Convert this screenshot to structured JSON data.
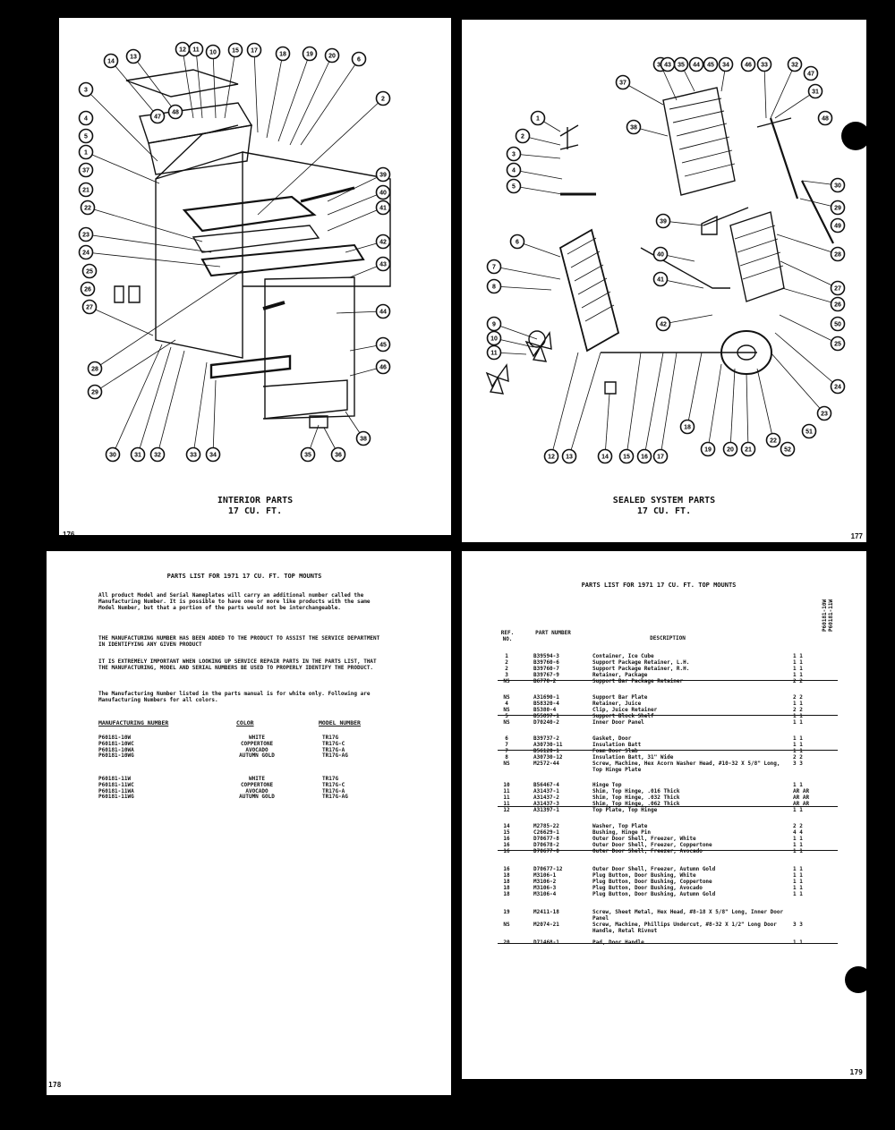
{
  "pages": {
    "p176": {
      "page_number": "176",
      "caption_line1": "INTERIOR PARTS",
      "caption_line2": "17 CU. FT."
    },
    "p177": {
      "page_number": "177",
      "caption_line1": "SEALED SYSTEM PARTS",
      "caption_line2": "17 CU. FT."
    },
    "p178": {
      "page_number": "178",
      "title": "PARTS LIST FOR 1971 17 CU. FT. TOP MOUNTS",
      "paragraphs": [
        "All product Model and Serial Nameplates will carry an additional number called the Manufacturing Number. It is possible to have one or more like products with the same Model Number, but that a portion of the parts would not be interchangeable.",
        "THE MANUFACTURING NUMBER HAS BEEN ADDED TO THE PRODUCT TO ASSIST THE SERVICE DEPARTMENT IN IDENTIFYING ANY GIVEN PRODUCT",
        "IT IS EXTREMELY IMPORTANT WHEN LOOKING UP SERVICE REPAIR PARTS IN THE PARTS LIST, THAT THE MANUFACTURING, MODEL AND SERIAL NUMBERS BE USED TO PROPERLY IDENTIFY THE PRODUCT.",
        "The Manufacturing Number listed in the parts manual is for white only. Following are Manufacturing Numbers for all colors."
      ],
      "headers": {
        "mfg": "MANUFACTURING NUMBER",
        "color": "COLOR",
        "model": "MODEL NUMBER"
      },
      "group1": {
        "mfg": [
          "P60181-10W",
          "P60181-10WC",
          "P60181-10WA",
          "P60181-10WG"
        ],
        "color": [
          "WHITE",
          "COPPERTONE",
          "AVOCADO",
          "AUTUMN GOLD"
        ],
        "model": [
          "TR17G",
          "TR17G-C",
          "TR17G-A",
          "TR17G-AG"
        ]
      },
      "group2": {
        "mfg": [
          "P60181-11W",
          "P60181-11WC",
          "P60181-11WA",
          "P60181-11WG"
        ],
        "color": [
          "WHITE",
          "COPPERTONE",
          "AVOCADO",
          "AUTUMN GOLD"
        ],
        "model": [
          "TR17G",
          "TR17G-C",
          "TR17G-A",
          "TR17G-AG"
        ]
      }
    },
    "p179": {
      "page_number": "179",
      "title": "PARTS LIST FOR 1971 17 CU. FT. TOP MOUNTS",
      "side_header": "P60181-10W P60181-11W",
      "col_ref": "REF. NO.",
      "col_part": "PART NUMBER",
      "col_desc": "DESCRIPTION",
      "rows": [
        {
          "ref": "1",
          "part": "B39594-3",
          "desc": "Container, Ice Cube",
          "qty": "1 1"
        },
        {
          "ref": "2",
          "part": "B39760-6",
          "desc": "Support Package Retainer, L.H.",
          "qty": "1 1"
        },
        {
          "ref": "2",
          "part": "B39760-7",
          "desc": "Support Package Retainer, R.H.",
          "qty": "1 1"
        },
        {
          "ref": "3",
          "part": "B39767-9",
          "desc": "Retainer, Package",
          "qty": "1 1"
        },
        {
          "ref": "NS",
          "part": "B6770-2",
          "desc": "Support Bar Package Retainer",
          "qty": "2 2"
        },
        {
          "ref": "NS",
          "part": "A31690-1",
          "desc": "Support Bar Plate",
          "qty": "2 2"
        },
        {
          "ref": "4",
          "part": "B58320-4",
          "desc": "Retainer, Juice",
          "qty": "1 1"
        },
        {
          "ref": "NS",
          "part": "B5380-4",
          "desc": "Clip, Juice Retainer",
          "qty": "2 2"
        },
        {
          "ref": "5",
          "part": "B55897-1",
          "desc": "Support Block Shelf",
          "qty": "1 1"
        },
        {
          "ref": "NS",
          "part": "D70240-2",
          "desc": "Inner Door Panel",
          "qty": "1 1"
        },
        {
          "ref": "6",
          "part": "B39737-2",
          "desc": "Gasket, Door",
          "qty": "1 1"
        },
        {
          "ref": "7",
          "part": "A30730-11",
          "desc": "Insulation Batt",
          "qty": "1 1"
        },
        {
          "ref": "7",
          "part": "B56120-1",
          "desc": "Foam Door Slab",
          "qty": "1 1"
        },
        {
          "ref": "8",
          "part": "A30730-12",
          "desc": "Insulation Batt, 31\" Wide",
          "qty": "2 2"
        },
        {
          "ref": "NS",
          "part": "M2572-44",
          "desc": "Screw, Machine, Hex Acorn Washer Head, #10-32 X 5/8\" Long, Top Hinge Plate",
          "qty": "3 3"
        },
        {
          "ref": "10",
          "part": "B56467-4",
          "desc": "Hinge Top",
          "qty": "1 1"
        },
        {
          "ref": "11",
          "part": "A31437-1",
          "desc": "Shim, Top Hinge, .016 Thick",
          "qty": "AR AR"
        },
        {
          "ref": "11",
          "part": "A31437-2",
          "desc": "Shim, Top Hinge, .032 Thick",
          "qty": "AR AR"
        },
        {
          "ref": "11",
          "part": "A31437-3",
          "desc": "Shim, Top Hinge, .062 Thick",
          "qty": "AR AR"
        },
        {
          "ref": "12",
          "part": "A31397-1",
          "desc": "Top Plate, Top Hinge",
          "qty": "1 1"
        },
        {
          "ref": "14",
          "part": "M2785-22",
          "desc": "Washer, Top Plate",
          "qty": "2 2"
        },
        {
          "ref": "15",
          "part": "C26629-1",
          "desc": "Bushing, Hinge Pin",
          "qty": "4 4"
        },
        {
          "ref": "16",
          "part": "D70677-8",
          "desc": "Outer Door Shell, Freezer, White",
          "qty": "1 1"
        },
        {
          "ref": "16",
          "part": "D70678-2",
          "desc": "Outer Door Shell, Freezer, Coppertone",
          "qty": "1 1"
        },
        {
          "ref": "16",
          "part": "D70677-0",
          "desc": "Outer Door Shell, Freezer, Avocado",
          "qty": "1 1"
        },
        {
          "ref": "16",
          "part": "D70677-12",
          "desc": "Outer Door Shell, Freezer, Autumn Gold",
          "qty": "1 1"
        },
        {
          "ref": "18",
          "part": "M3106-1",
          "desc": "Plug Button, Door Bushing, White",
          "qty": "1 1"
        },
        {
          "ref": "18",
          "part": "M3106-2",
          "desc": "Plug Button, Door Bushing, Coppertone",
          "qty": "1 1"
        },
        {
          "ref": "18",
          "part": "M3106-3",
          "desc": "Plug Button, Door Bushing, Avocado",
          "qty": "1 1"
        },
        {
          "ref": "18",
          "part": "M3106-4",
          "desc": "Plug Button, Door Bushing, Autumn Gold",
          "qty": "1 1"
        },
        {
          "ref": "19",
          "part": "M2411-18",
          "desc": "Screw, Sheet Metal, Hex Head, #8-18 X 5/8\" Long, Inner Door Panel",
          "qty": ""
        },
        {
          "ref": "NS",
          "part": "M2074-21",
          "desc": "Screw, Machine, Phillips Undercut, #8-32 X 1/2\" Long Door Handle, Retal Rivnut",
          "qty": "3 3"
        },
        {
          "ref": "20",
          "part": "D71468-1",
          "desc": "Pad, Door Handle",
          "qty": "1 1"
        }
      ]
    }
  },
  "diagram_callouts": {
    "p176": [
      "14",
      "13",
      "12",
      "11",
      "10",
      "15",
      "17",
      "18",
      "19",
      "20",
      "6",
      "2",
      "3",
      "4",
      "5",
      "1",
      "37",
      "21",
      "22",
      "23",
      "24",
      "25",
      "26",
      "27",
      "28",
      "29",
      "30",
      "31",
      "32",
      "33",
      "34",
      "35",
      "36",
      "38",
      "39",
      "40",
      "41",
      "42",
      "43",
      "44",
      "45",
      "46",
      "47",
      "48"
    ],
    "p177": [
      "1",
      "2",
      "3",
      "4",
      "5",
      "6",
      "7",
      "8",
      "9",
      "10",
      "11",
      "12",
      "13",
      "14",
      "15",
      "16",
      "17",
      "18",
      "19",
      "20",
      "21",
      "22",
      "23",
      "24",
      "25",
      "26",
      "27",
      "28",
      "29",
      "30",
      "31",
      "32",
      "33",
      "34",
      "35",
      "36",
      "37",
      "38",
      "39",
      "40",
      "41",
      "42",
      "43",
      "44",
      "45",
      "46",
      "47",
      "48",
      "49",
      "50",
      "51",
      "52"
    ]
  }
}
